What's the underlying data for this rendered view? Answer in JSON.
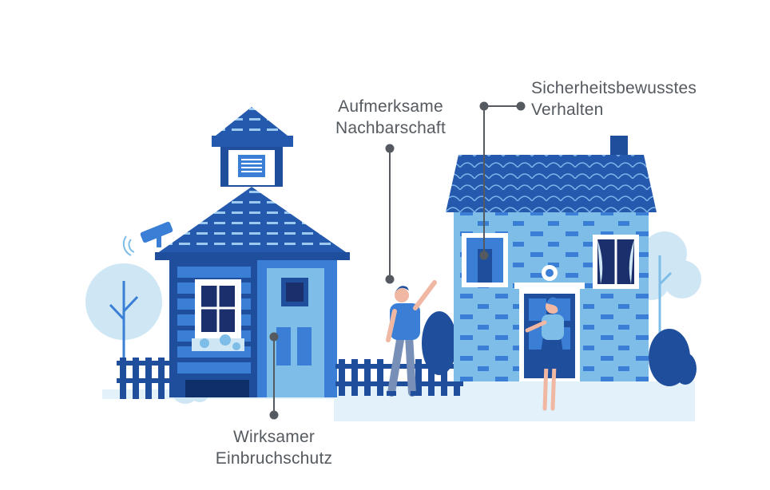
{
  "labels": {
    "neighbors": {
      "line1": "Aufmerksame",
      "line2": "Nachbarschaft"
    },
    "behavior": {
      "line1": "Sicherheitsbewusstes",
      "line2": "Verhalten"
    },
    "burglary": {
      "line1": "Wirksamer",
      "line2": "Einbruchschutz"
    }
  },
  "colors": {
    "dark_blue": "#1f4e9c",
    "mid_blue": "#3a7fd5",
    "light_blue": "#7dbde8",
    "pale_blue": "#cfe7f5",
    "ground": "#e3f1fa",
    "label_text": "#555a60",
    "leader_line": "#555a60"
  }
}
